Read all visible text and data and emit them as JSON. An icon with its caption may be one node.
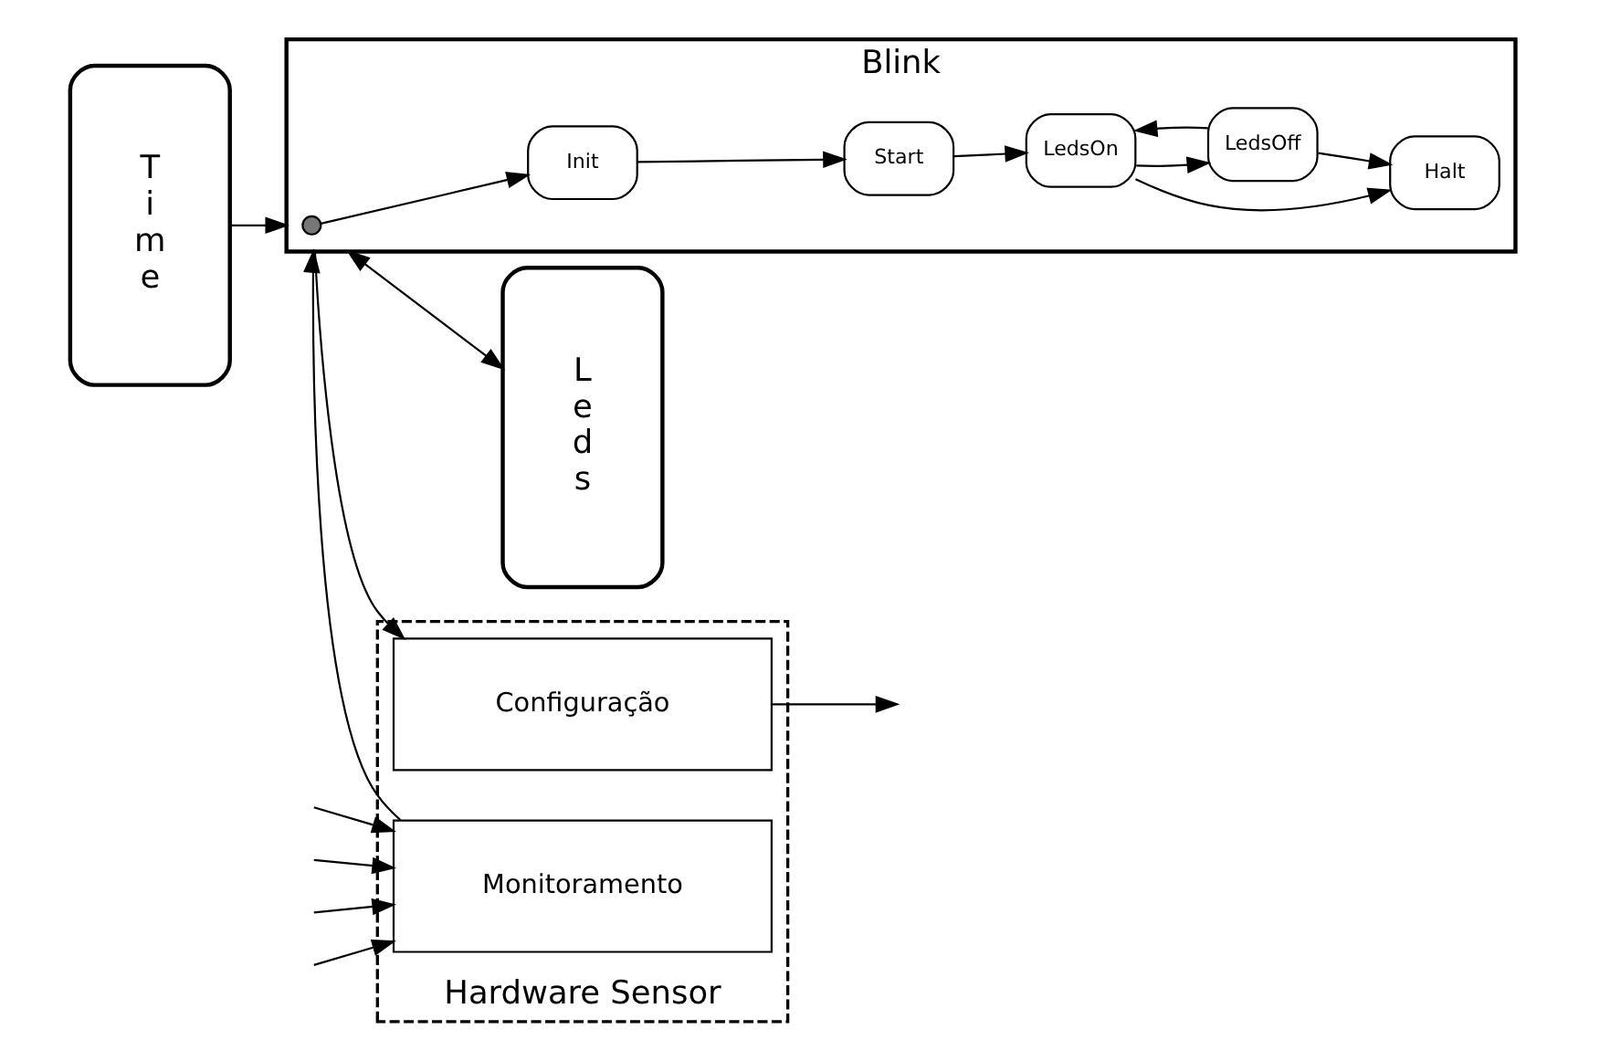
{
  "diagram": {
    "nodes": [
      {
        "text": [
          "T i m e"
        ]
      },
      {
        "text": [
          "Blink"
        ]
      },
      {
        "text": [],
        "shape": "circle",
        "in": 1
      },
      {
        "text": [
          "Init"
        ],
        "in": 1
      },
      {
        "text": [
          "Start"
        ],
        "in": 1
      },
      {
        "text": [
          "LedsOn"
        ],
        "in": 1
      },
      {
        "text": [
          "Halt"
        ],
        "in": 1
      },
      {
        "text": [
          "LedsOff"
        ],
        "in": 1
      },
      {
        "text": [
          "L e d s"
        ]
      },
      {
        "text": [
          "Hardware Sensor"
        ]
      },
      {
        "text": [
          "Monitoramento"
        ],
        "in": 9
      },
      {
        "text": [
          "Configuração"
        ],
        "in": 9
      }
    ],
    "edges": [
      {
        "from": 0,
        "to": 1,
        "arrow": "to"
      },
      {
        "from": 1,
        "to": 8,
        "arrow": "both"
      },
      {
        "from": 2,
        "to": 3,
        "arrow": "to"
      },
      {
        "from": 3,
        "to": 4,
        "arrow": "to"
      },
      {
        "from": 4,
        "to": 5,
        "arrow": "to"
      },
      {
        "from": 5,
        "to": 7,
        "arrow": "to"
      },
      {
        "from": 7,
        "to": 5,
        "arrow": "to"
      },
      {
        "from": 5,
        "to": 6,
        "arrow": "to"
      },
      {
        "from": 7,
        "to": 6,
        "arrow": "to"
      },
      {
        "from": 10,
        "to": 1,
        "arrow": "to"
      },
      {
        "from": 1,
        "to": 11,
        "arrow": "to"
      },
      {
        "from": 11,
        "to": null,
        "arrow": "to"
      },
      {
        "from": null,
        "to": 10,
        "arrow": "to"
      },
      {
        "from": null,
        "to": 10,
        "arrow": "to"
      },
      {
        "from": null,
        "to": 10,
        "arrow": "to"
      },
      {
        "from": null,
        "to": 10,
        "arrow": "to"
      }
    ]
  }
}
